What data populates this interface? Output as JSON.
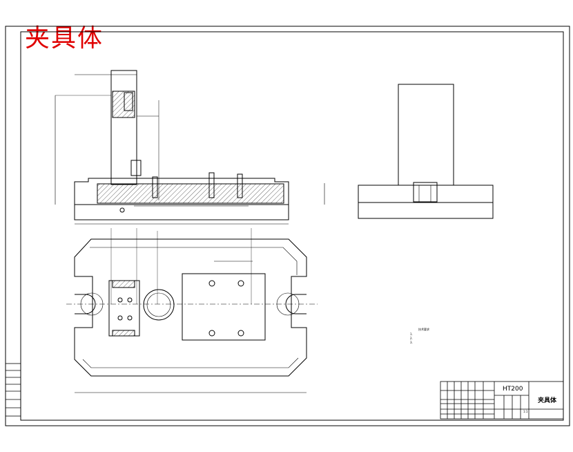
{
  "header": {
    "red_title": "夹具体"
  },
  "title_block": {
    "material": "HT200",
    "part_name": "夹具体",
    "scale": "1:1"
  },
  "notes": {
    "heading": "技术要求",
    "items": [
      "1.",
      "2.",
      "3."
    ]
  },
  "colors": {
    "line": "#000000",
    "title_red": "#e00000",
    "background": "#ffffff"
  }
}
